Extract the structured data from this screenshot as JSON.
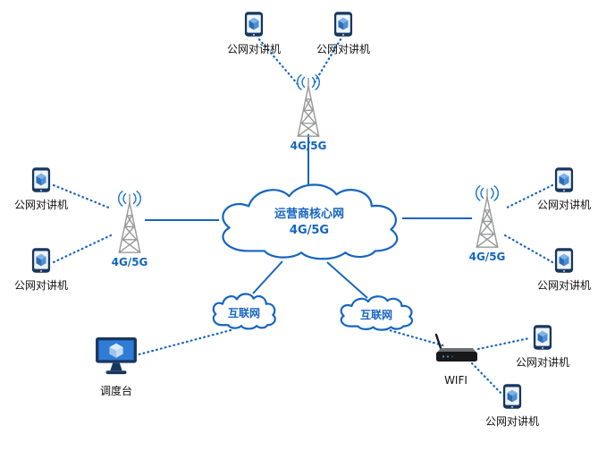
{
  "diagram_name": "public-network-intercom-topology",
  "colors": {
    "primary_blue": "#1565c0",
    "tower_gray": "#98999b",
    "device_navy": "#17375e",
    "cube_blue": "#4f8fd6",
    "text_dark": "#111111"
  },
  "icons": {
    "intercom": "smartphone-cube-icon",
    "tower": "cell-tower-icon",
    "cloud": "cloud-icon",
    "dispatcher": "monitor-cube-icon",
    "router": "wifi-router-icon"
  },
  "nodes": {
    "core_cloud": {
      "line1": "运营商核心网",
      "line2": "4G/5G"
    },
    "internet_left": {
      "label": "互联网"
    },
    "internet_right": {
      "label": "互联网"
    },
    "tower_top": {
      "label": "4G/5G"
    },
    "tower_left": {
      "label": "4G/5G"
    },
    "tower_right": {
      "label": "4G/5G"
    },
    "dispatcher": {
      "label": "调度台"
    },
    "wifi_router": {
      "label": "WIFI"
    },
    "phone_top_1": {
      "label": "公网对讲机"
    },
    "phone_top_2": {
      "label": "公网对讲机"
    },
    "phone_left_1": {
      "label": "公网对讲机"
    },
    "phone_left_2": {
      "label": "公网对讲机"
    },
    "phone_right_1": {
      "label": "公网对讲机"
    },
    "phone_right_2": {
      "label": "公网对讲机"
    },
    "phone_wifi_1": {
      "label": "公网对讲机"
    },
    "phone_wifi_2": {
      "label": "公网对讲机"
    }
  }
}
